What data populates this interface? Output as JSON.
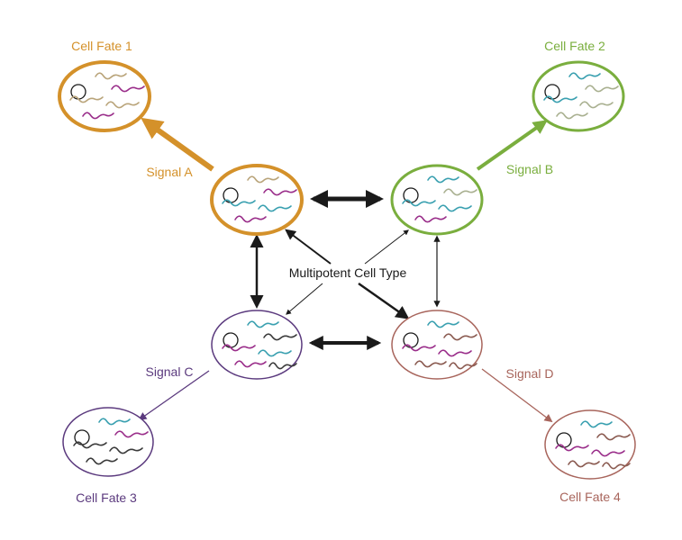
{
  "title": "Multipotent Cell Type",
  "colors": {
    "orange": "#D4912A",
    "green": "#7AAE3E",
    "purple": "#5B3A7E",
    "rose": "#A8655C",
    "black": "#1a1a1a",
    "teal": "#3AA0B0",
    "magenta": "#9A2E8A",
    "tan": "#B9A47A",
    "sage": "#A9B090",
    "darkgray": "#3a3a3a",
    "brown": "#8A5A50"
  },
  "labels": {
    "center": "Multipotent Cell Type",
    "fate1": "Cell Fate 1",
    "fate2": "Cell Fate 2",
    "fate3": "Cell Fate 3",
    "fate4": "Cell Fate 4",
    "signalA": "Signal A",
    "signalB": "Signal B",
    "signalC": "Signal C",
    "signalD": "Signal D"
  },
  "nodes": [
    {
      "id": "multipotent-a",
      "color": "orange",
      "wave_colors": [
        "tan",
        "magenta",
        "teal",
        "teal",
        "magenta"
      ]
    },
    {
      "id": "multipotent-b",
      "color": "green",
      "wave_colors": [
        "teal",
        "sage",
        "teal",
        "teal",
        "magenta"
      ]
    },
    {
      "id": "multipotent-c",
      "color": "purple",
      "wave_colors": [
        "teal",
        "darkgray",
        "magenta",
        "teal",
        "magenta",
        "darkgray"
      ]
    },
    {
      "id": "multipotent-d",
      "color": "rose",
      "wave_colors": [
        "teal",
        "brown",
        "magenta",
        "magenta",
        "brown",
        "brown"
      ]
    },
    {
      "id": "cell-fate-1",
      "color": "orange",
      "wave_colors": [
        "tan",
        "magenta",
        "tan",
        "tan",
        "magenta"
      ]
    },
    {
      "id": "cell-fate-2",
      "color": "green",
      "wave_colors": [
        "teal",
        "sage",
        "teal",
        "sage",
        "sage"
      ]
    },
    {
      "id": "cell-fate-3",
      "color": "purple",
      "wave_colors": [
        "teal",
        "magenta",
        "darkgray",
        "darkgray",
        "darkgray"
      ]
    },
    {
      "id": "cell-fate-4",
      "color": "rose",
      "wave_colors": [
        "teal",
        "brown",
        "magenta",
        "magenta",
        "brown",
        "brown"
      ]
    }
  ],
  "edges": [
    {
      "from": "multipotent-a",
      "to": "cell-fate-1",
      "label": "Signal A",
      "color": "orange",
      "directed": true
    },
    {
      "from": "multipotent-b",
      "to": "cell-fate-2",
      "label": "Signal B",
      "color": "green",
      "directed": true
    },
    {
      "from": "multipotent-c",
      "to": "cell-fate-3",
      "label": "Signal C",
      "color": "purple",
      "directed": true
    },
    {
      "from": "multipotent-d",
      "to": "cell-fate-4",
      "label": "Signal D",
      "color": "rose",
      "directed": true
    },
    {
      "from": "multipotent-a",
      "to": "multipotent-b",
      "bidirectional": true
    },
    {
      "from": "multipotent-c",
      "to": "multipotent-d",
      "bidirectional": true
    },
    {
      "from": "multipotent-a",
      "to": "multipotent-c",
      "bidirectional": true
    },
    {
      "from": "multipotent-b",
      "to": "multipotent-d",
      "bidirectional": true
    },
    {
      "from": "center",
      "to": "multipotent-a",
      "directed": true
    },
    {
      "from": "center",
      "to": "multipotent-b",
      "directed": true
    },
    {
      "from": "center",
      "to": "multipotent-c",
      "directed": true
    },
    {
      "from": "center",
      "to": "multipotent-d",
      "directed": true
    }
  ]
}
